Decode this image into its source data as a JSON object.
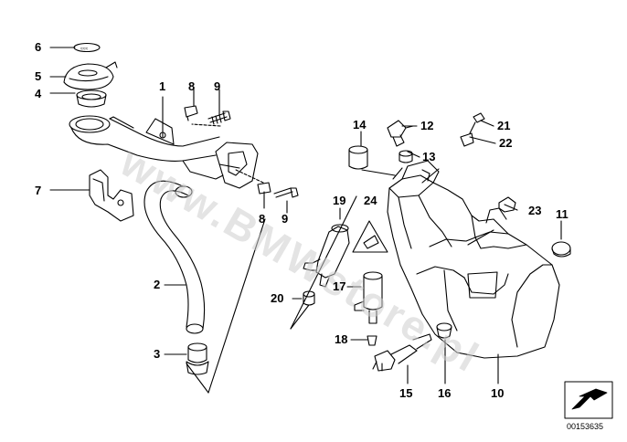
{
  "watermark": "www.BMWstore.pl",
  "diagram_id": "00153635",
  "callouts": [
    "6",
    "5",
    "4",
    "1",
    "8",
    "9",
    "7",
    "2",
    "3",
    "8",
    "9",
    "14",
    "12",
    "21",
    "13",
    "22",
    "19",
    "24",
    "23",
    "11",
    "20",
    "17",
    "18",
    "15",
    "16",
    "10"
  ],
  "icons": {
    "warning": "caution-triangle-icon",
    "arrow": "direction-arrow-icon"
  },
  "colors": {
    "line": "#000000",
    "background": "#ffffff",
    "watermark": "#cfcfcf"
  }
}
